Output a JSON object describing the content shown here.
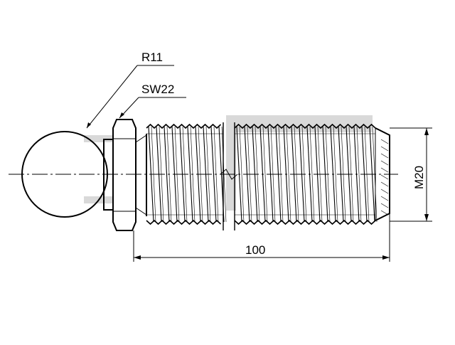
{
  "labels": {
    "ball_radius": "R11",
    "wrench_size": "SW22",
    "length": "100",
    "thread": "M20"
  },
  "colors": {
    "line": "#000000",
    "watermark": "#d9d9d9",
    "background": "#ffffff"
  }
}
